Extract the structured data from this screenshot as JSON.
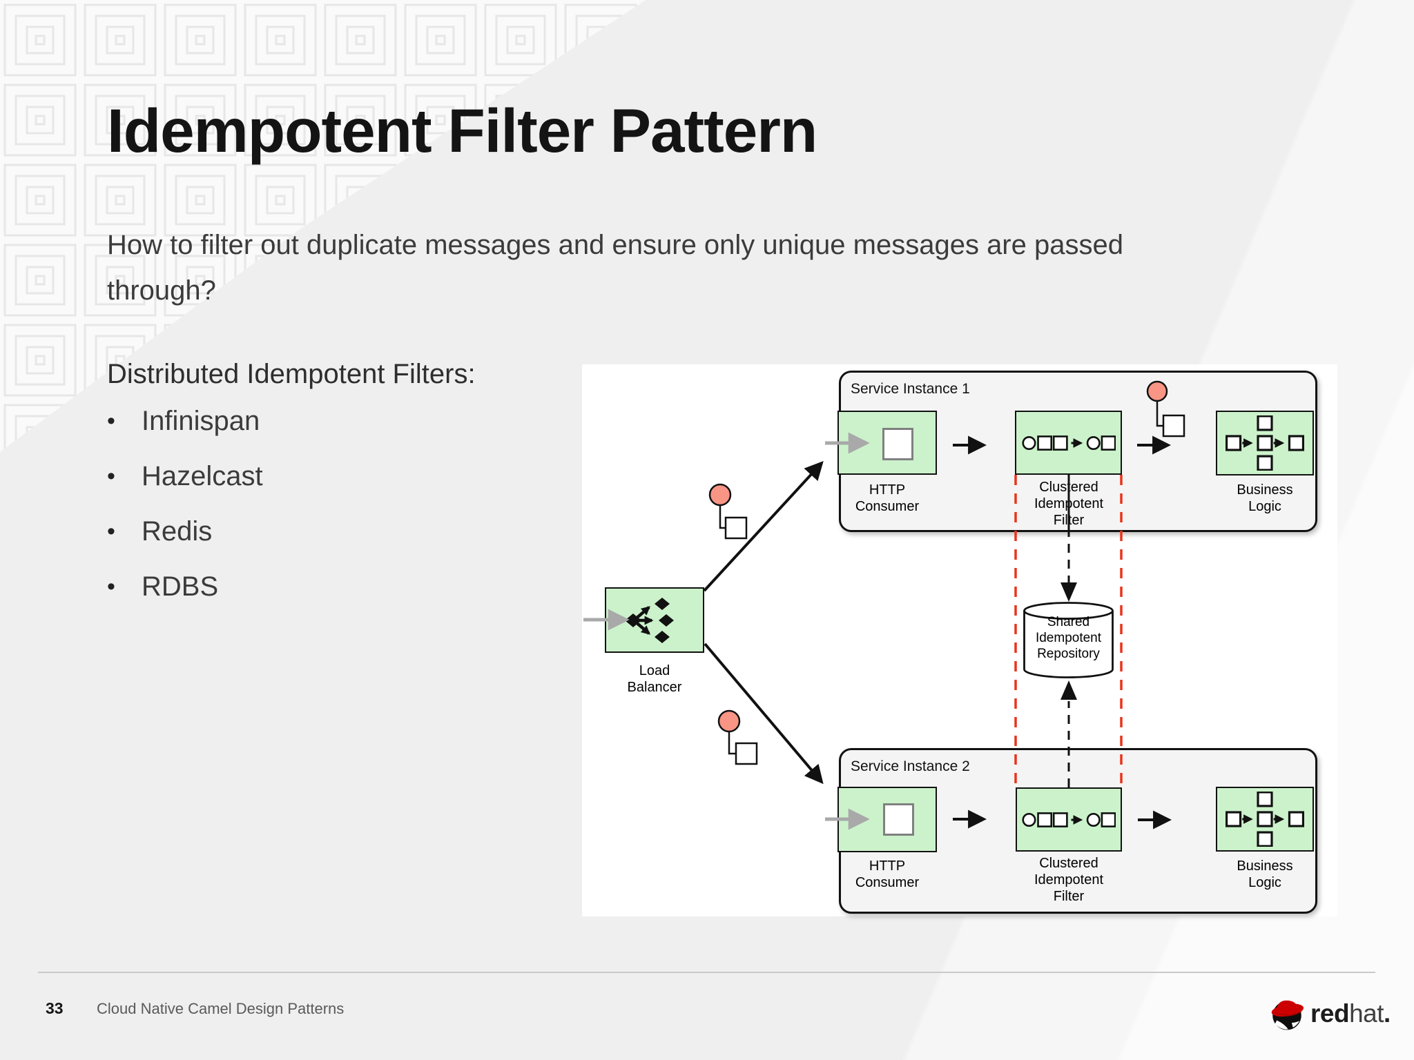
{
  "slide": {
    "title": "Idempotent Filter Pattern",
    "subtitle": "How to filter out duplicate messages and ensure only unique messages are passed through?",
    "list": {
      "heading": "Distributed Idempotent Filters:",
      "bullet_char": "•",
      "items": [
        "Infinispan",
        "Hazelcast",
        "Redis",
        "RDBS"
      ]
    }
  },
  "diagram": {
    "si1_title": "Service Instance 1",
    "si2_title": "Service Instance 2",
    "load_balancer": {
      "l1": "Load",
      "l2": "Balancer"
    },
    "http_consumer": {
      "l1": "HTTP",
      "l2": "Consumer"
    },
    "filter": {
      "l1": "Clustered",
      "l2": "Idempotent",
      "l3": "Filter"
    },
    "business": {
      "l1": "Business",
      "l2": "Logic"
    },
    "repository": {
      "l1": "Shared",
      "l2": "Idempotent",
      "l3": "Repository"
    },
    "colors": {
      "box_green": "#ccf2cb",
      "balloon_pink": "#f89585",
      "dash_red": "#e8341c",
      "arrow_gray": "#a9a9a9",
      "line_black": "#111111"
    }
  },
  "footer": {
    "page_number": "33",
    "deck_title": "Cloud Native Camel Design Patterns",
    "logo_red": "red",
    "logo_hat": "hat",
    "logo_dot": "."
  }
}
